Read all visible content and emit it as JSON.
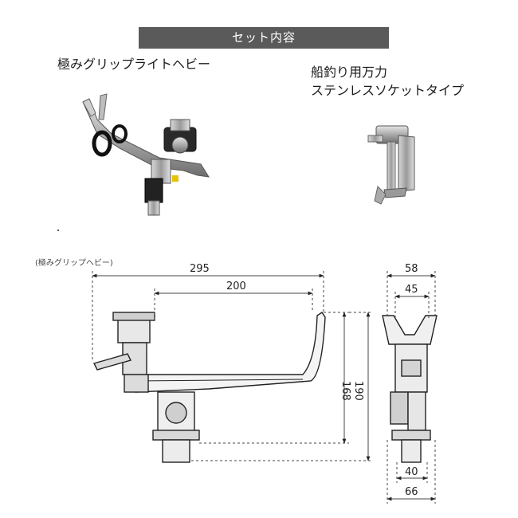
{
  "header": {
    "title": "セット内容"
  },
  "products": {
    "grip": {
      "name": "極みグリップライトヘビー"
    },
    "socket": {
      "line1": "船釣り用万力",
      "line2": "ステンレスソケットタイプ"
    }
  },
  "diagram": {
    "caption": "(極みグリップヘビー)",
    "dims": {
      "total_width": "295",
      "inner_width": "200",
      "height_168": "168",
      "height_190": "190",
      "top_58": "58",
      "top_45": "45",
      "bottom_40": "40",
      "bottom_66": "66"
    }
  }
}
